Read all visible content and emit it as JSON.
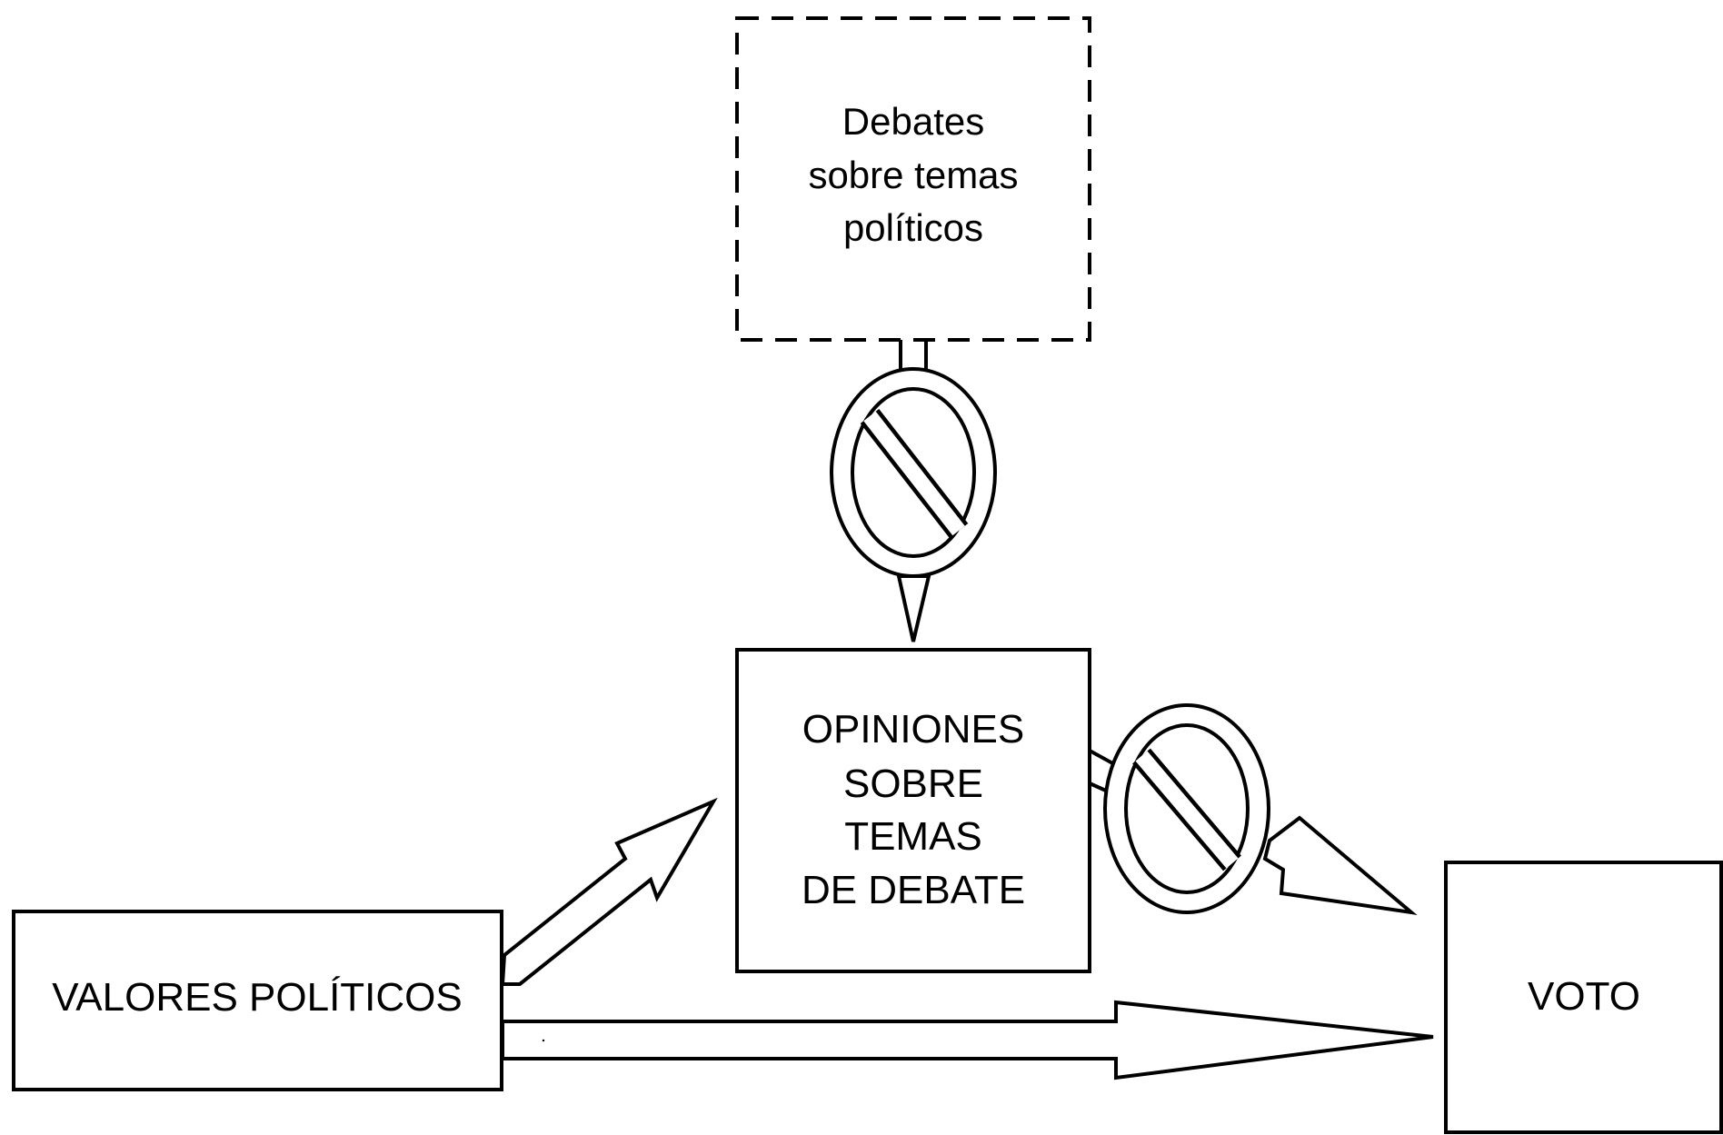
{
  "diagram": {
    "debates_box": {
      "lines": [
        "Debates",
        "sobre temas",
        "políticos"
      ]
    },
    "opinions_box": {
      "lines": [
        "OPINIONES",
        "SOBRE",
        "TEMAS",
        "DE DEBATE"
      ]
    },
    "values_box": {
      "label": "VALORES POLÍTICOS"
    },
    "vote_box": {
      "label": "VOTO"
    },
    "colors": {
      "stroke": "#000000",
      "background": "#ffffff"
    },
    "icons": [
      "no-entry-icon",
      "no-entry-icon"
    ]
  }
}
